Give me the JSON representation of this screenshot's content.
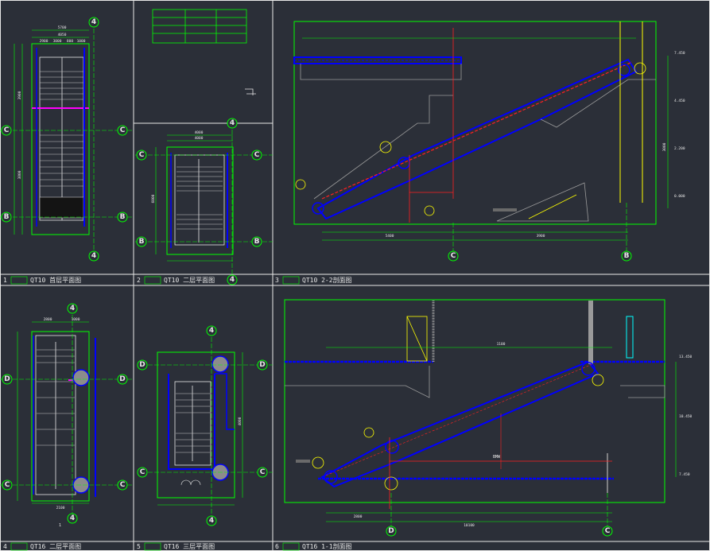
{
  "panels": [
    {
      "num": "1",
      "title": "QT10 首层平面图"
    },
    {
      "num": "2",
      "title": "QT10 二层平面图"
    },
    {
      "num": "3",
      "title": "QT10 2-2剖面图"
    },
    {
      "num": "4",
      "title": "QT16 二层平面图"
    },
    {
      "num": "5",
      "title": "QT16 三层平面图"
    },
    {
      "num": "6",
      "title": "QT16 1-1剖面图"
    }
  ],
  "axes": {
    "four": "4",
    "b": "B",
    "c": "C",
    "d": "D"
  },
  "dims": {
    "p1_top": "5700",
    "p1_top2": "4050",
    "p1_sub": [
      "2900",
      "3000",
      "800",
      "1000"
    ],
    "p1_left": "3900",
    "p1_left2": "3800",
    "p2_top": "4000",
    "p2_top2": "4000",
    "p2_left": "6000",
    "p3_bottom": "5400",
    "p3_total": "3900",
    "p3_right": "3000",
    "p3_elev": [
      "7.450",
      "4.450",
      "2.200",
      "0.000"
    ],
    "p4_top": [
      "2800",
      "1000"
    ],
    "p4_bottom": "2100",
    "p5_right": "4000",
    "p6_total": "10100",
    "p6_left": "2800",
    "p6_mid": "1100",
    "p6_elev": [
      "13.450",
      "10.450",
      "7.450"
    ]
  },
  "labels": {
    "p6_note": "BMW",
    "lower_mark": "1"
  },
  "colors": {
    "bg": "#2b2f38",
    "frame": "#00ff00",
    "wall": "#0000ff",
    "rebar": "#ff2020",
    "axis_circle": "#00ff00",
    "text": "#e8e8e8",
    "leader": "#ffff00",
    "magenta": "#ff00ff",
    "cyan": "#00ffff",
    "outline": "#ffffff"
  }
}
